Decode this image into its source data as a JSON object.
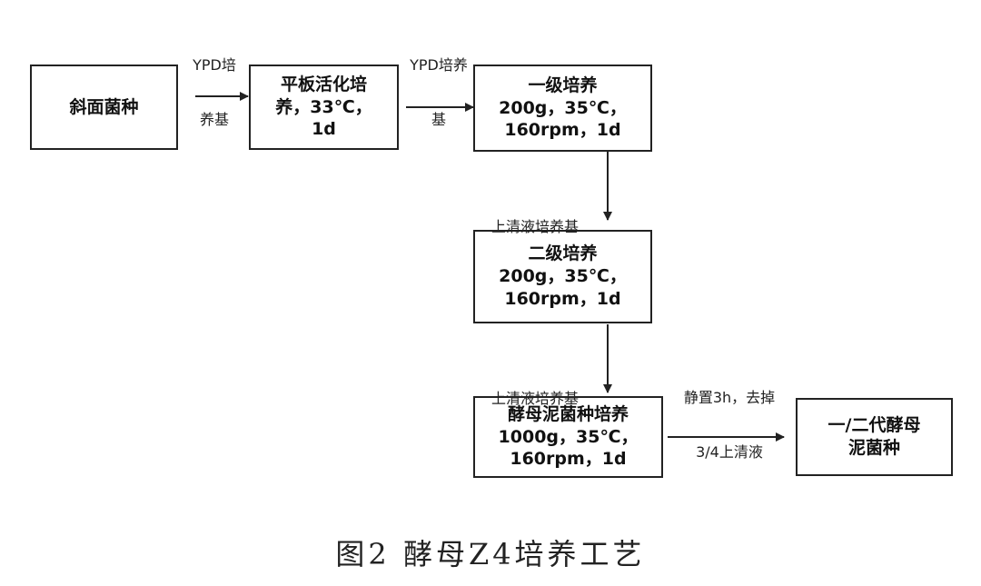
{
  "nodes": {
    "slant_strain": {
      "lines": [
        "斜面菌种"
      ]
    },
    "plate_activation": {
      "lines": [
        "平板活化培",
        "养，33℃，",
        "1d"
      ]
    },
    "primary_culture": {
      "lines": [
        "一级培养",
        "200g，35℃，",
        "160rpm，1d"
      ]
    },
    "secondary_culture": {
      "lines": [
        "二级培养",
        "200g，35℃，",
        "160rpm，1d"
      ]
    },
    "yeast_mud_culture": {
      "lines": [
        "酵母泥菌种培养",
        "1000g，35℃，",
        "160rpm，1d"
      ]
    },
    "yeast_mud_strain": {
      "lines": [
        "一/二代酵母",
        "泥菌种"
      ]
    }
  },
  "edges": {
    "e1": {
      "label_lines": [
        "YPD培",
        "养基"
      ]
    },
    "e2": {
      "label_lines": [
        "YPD培养",
        "基"
      ]
    },
    "e3": {
      "label_lines": [
        "上清液培养基"
      ]
    },
    "e4": {
      "label_lines": [
        "上清液培养基"
      ]
    },
    "e5": {
      "label_lines": [
        "静置3h，去掉",
        "3/4上清液"
      ]
    }
  },
  "caption": "图2   酵母Z4培养工艺",
  "colors": {
    "stroke": "#222222",
    "background": "#ffffff"
  }
}
